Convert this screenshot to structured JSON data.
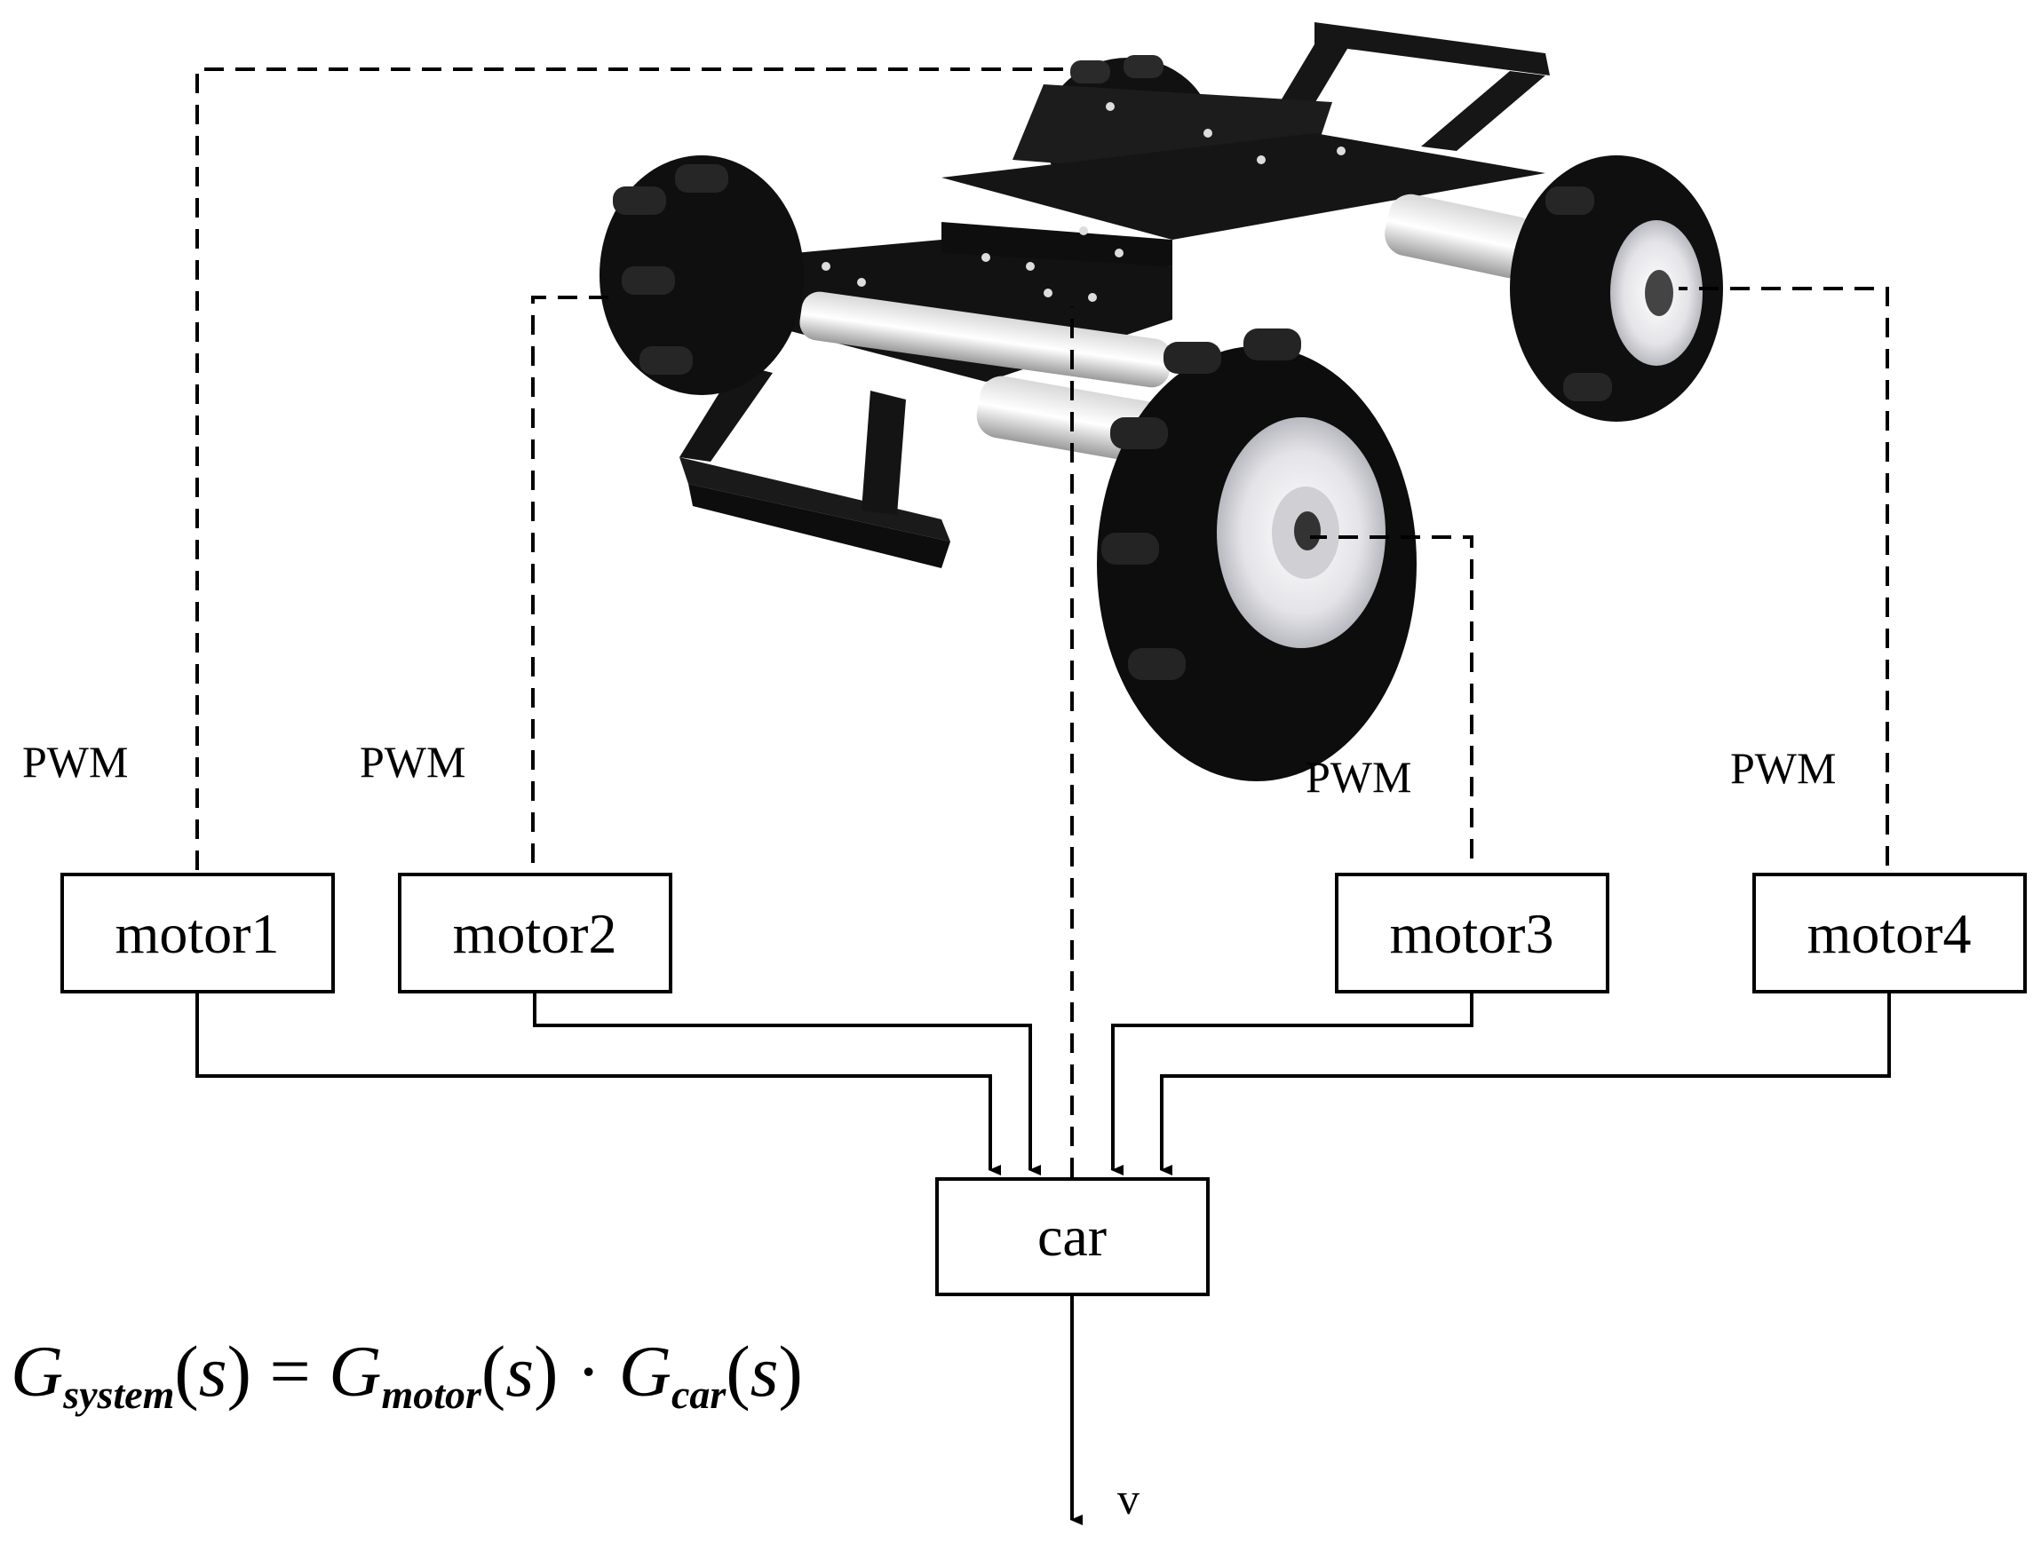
{
  "diagram": {
    "motors": [
      {
        "id": "motor1",
        "label": "motor1",
        "signal": "PWM"
      },
      {
        "id": "motor2",
        "label": "motor2",
        "signal": "PWM"
      },
      {
        "id": "motor3",
        "label": "motor3",
        "signal": "PWM"
      },
      {
        "id": "motor4",
        "label": "motor4",
        "signal": "PWM"
      }
    ],
    "plant": {
      "label": "car"
    },
    "output": {
      "label": "v"
    },
    "equation": {
      "lhs": "G",
      "lhs_sub": "system",
      "arg": "s",
      "eq": "=",
      "t1": "G",
      "t1_sub": "motor",
      "dot": "·",
      "t2": "G",
      "t2_sub": "car"
    }
  },
  "colors": {
    "line": "#000000",
    "robot_body": "#141414",
    "hub": "#e8e8ec"
  },
  "icons": [
    "mecanum-robot-car-icon"
  ]
}
